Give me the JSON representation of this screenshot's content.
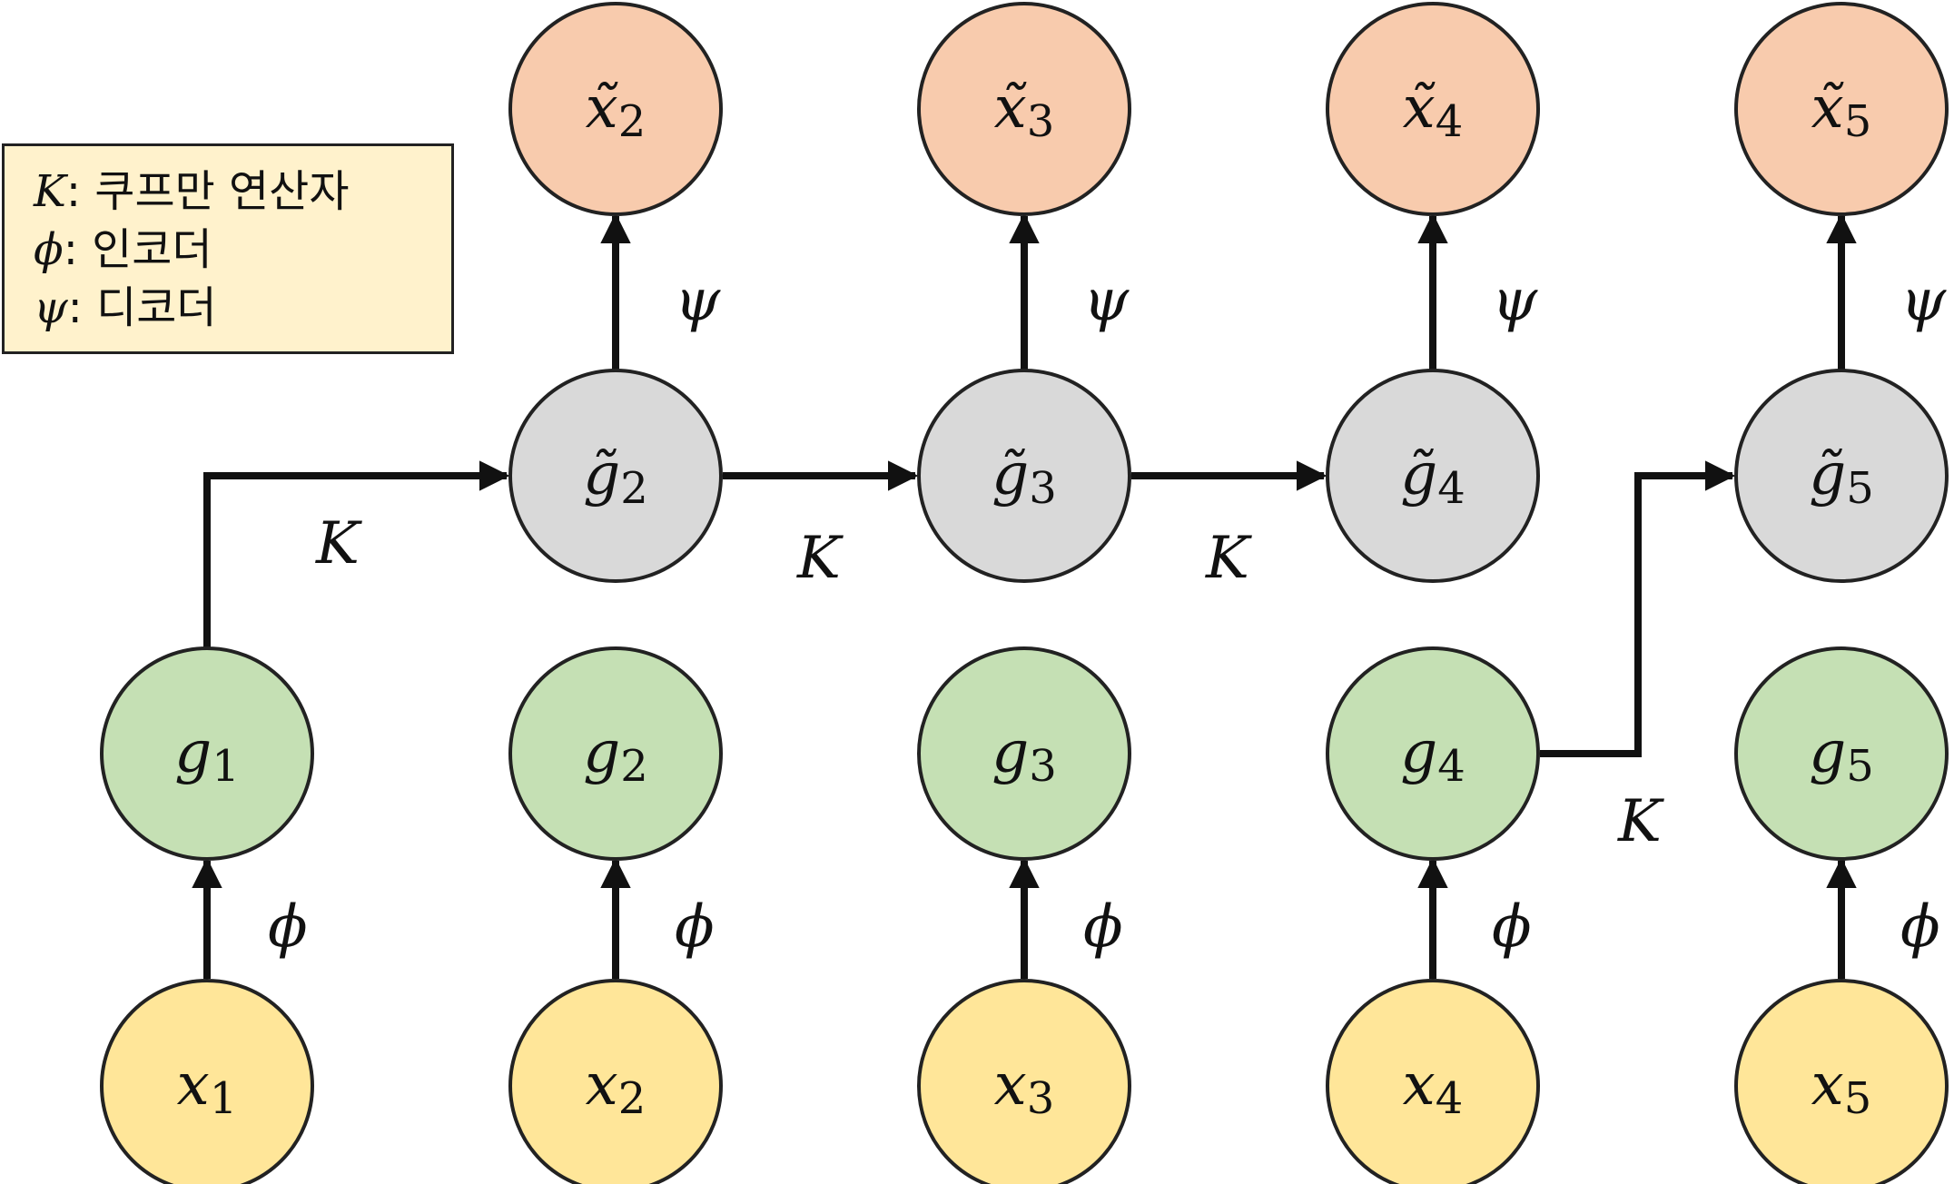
{
  "colors": {
    "input": "#ffe699",
    "encoded": "#c5e0b4",
    "predicted": "#d9d9d9",
    "decoded": "#f8cbad",
    "stroke": "#222222",
    "legend_bg": "#fff2cc"
  },
  "legend": {
    "items": [
      {
        "symbol": "K",
        "text": ": 쿠프만 연산자"
      },
      {
        "symbol": "ϕ",
        "text": ": 인코더"
      },
      {
        "symbol": "ψ",
        "text": ": 디코더"
      }
    ]
  },
  "rows": {
    "decoded": [
      "x̃",
      "x̃",
      "x̃",
      "x̃"
    ],
    "predicted": [
      "g̃",
      "g̃",
      "g̃",
      "g̃"
    ],
    "encoded": [
      "g",
      "g",
      "g",
      "g",
      "g"
    ],
    "input": [
      "x",
      "x",
      "x",
      "x",
      "x"
    ]
  },
  "indices": {
    "decoded": [
      "2",
      "3",
      "4",
      "5"
    ],
    "predicted": [
      "2",
      "3",
      "4",
      "5"
    ],
    "encoded": [
      "1",
      "2",
      "3",
      "4",
      "5"
    ],
    "input": [
      "1",
      "2",
      "3",
      "4",
      "5"
    ]
  },
  "edge_labels": {
    "encoder": "ϕ",
    "decoder": "ψ",
    "koopman": "K"
  }
}
